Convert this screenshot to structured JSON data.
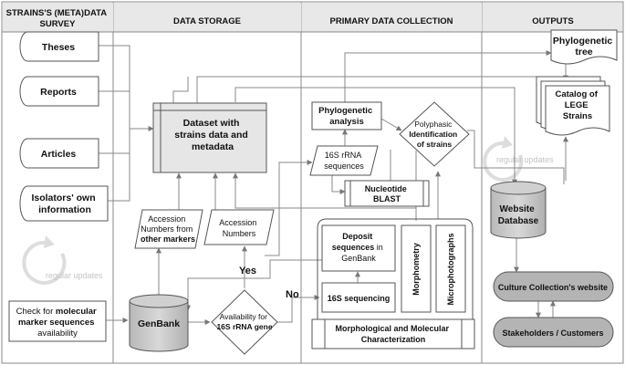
{
  "columns": [
    {
      "lines": [
        "STRAINS'S (META)DATA",
        "SURVEY"
      ]
    },
    {
      "lines": [
        "DATA STORAGE"
      ]
    },
    {
      "lines": [
        "PRIMARY DATA COLLECTION"
      ]
    },
    {
      "lines": [
        "OUTPUTS"
      ]
    }
  ],
  "survey_items": [
    "Theses",
    "Reports",
    "Articles"
  ],
  "isolators": [
    "Isolators' own",
    "information"
  ],
  "regular_updates": "regular updates",
  "check": {
    "line1": "Check for ",
    "line1_bold": "molecular",
    "line2": "marker sequences",
    "line3": "availability"
  },
  "dataset": [
    "Dataset with",
    "strains data and",
    "metadata"
  ],
  "accession_other": {
    "line1": "Accession",
    "line2": "Numbers from",
    "bold": "other markers"
  },
  "accession": [
    "Accession",
    "Numbers"
  ],
  "genbank": "GenBank",
  "availability": {
    "line1": "Availability for",
    "line2": "16S rRNA gene"
  },
  "yes": "Yes",
  "no": "No",
  "phylo_analysis": [
    "Phylogenetic",
    "analysis"
  ],
  "rrna_seq": [
    "16S rRNA",
    "sequences"
  ],
  "polyphasic": {
    "line1": "Polyphasic",
    "line2": "Identification",
    "line3": "of strains"
  },
  "nucleotide": [
    "Nucleotide",
    "BLAST"
  ],
  "deposit": {
    "bold1": "Deposit",
    "bold2": "sequences",
    "plain2": " in",
    "line3": "GenBank"
  },
  "morphometry": "Morphometry",
  "microphotographs": "Microphotographs",
  "sequencing": "16S sequencing",
  "morph_mol": [
    "Morphological and Molecular",
    "Characterization"
  ],
  "phylo_tree": [
    "Phylogenetic",
    "tree"
  ],
  "catalog": [
    "Catalog of",
    "LEGE",
    "Strains"
  ],
  "website_db": [
    "Website",
    "Database"
  ],
  "culture_site": "Culture Collection's website",
  "stakeholders": "Stakeholders / Customers"
}
